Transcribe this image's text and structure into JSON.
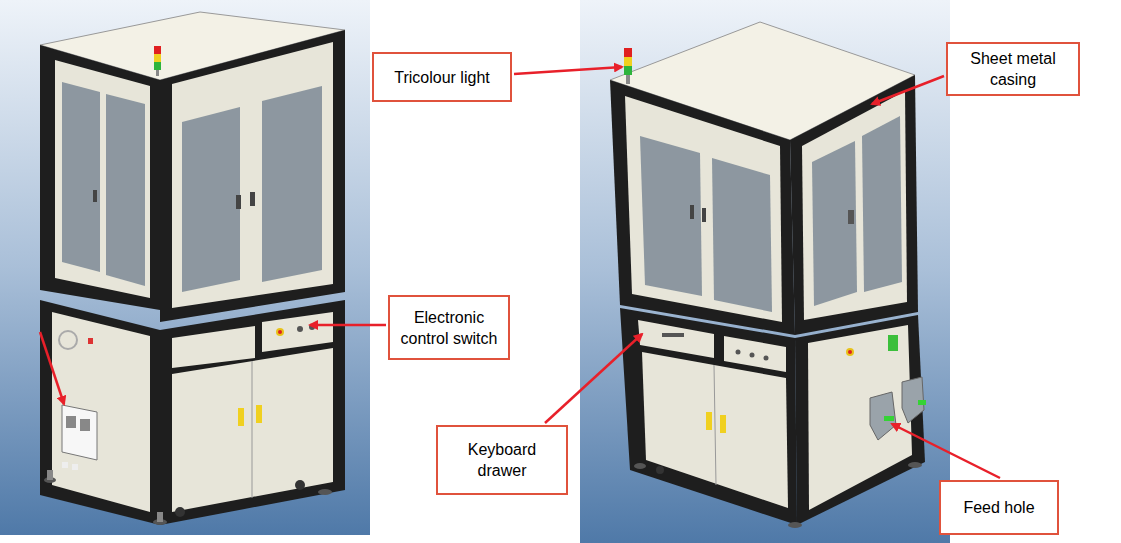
{
  "diagram": {
    "nodes": [
      {
        "text": [
          "Tricolour light"
        ]
      },
      {
        "text": [
          "Sheet metal casing"
        ]
      },
      {
        "text": [
          "Electronic control switch"
        ]
      },
      {
        "text": [
          "Keyboard drawer"
        ]
      },
      {
        "text": [
          "Feed hole"
        ]
      }
    ]
  }
}
